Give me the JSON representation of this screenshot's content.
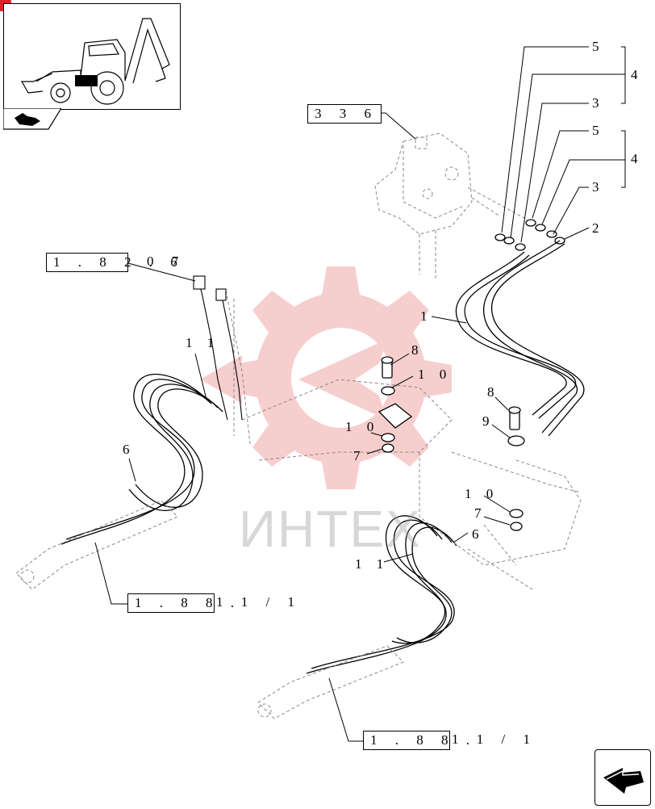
{
  "colors": {
    "accent": "#e0202c",
    "watermark": "#f6c6c6",
    "line": "#000000",
    "dashed": "#7a7a7a"
  },
  "watermark": {
    "text": "ИНТЕХ"
  },
  "references": {
    "valve_ref": "3 3 6",
    "left_ref_box": "1 . 8 2 . 6",
    "left_ref_tail": "0 7",
    "lower_left_ref_box": "1 . 8 8 .",
    "lower_left_ref_tail": "1 1 /   1",
    "bottom_ref_box": "1 . 8 8 .",
    "bottom_ref_tail": "1 1 /   1"
  },
  "callouts": {
    "c5_top": "5",
    "c4_top": "4",
    "c3_top": "3",
    "c5_mid": "5",
    "c4_mid": "4",
    "c3_mid": "3",
    "c2": "2",
    "c1": "1",
    "c8_a": "8",
    "c10_a": "1 0",
    "c11_a": "1 1",
    "c10_b": "1 0",
    "c7_a": "7",
    "c6_a": "6",
    "c8_b": "8",
    "c9": "9",
    "c10_c": "1 0",
    "c7_b": "7",
    "c6_b": "6",
    "c11_b": "1 1"
  },
  "icons": {
    "thumbnail": "backhoe-loader-thumbnail-icon",
    "previous": "previous-page-arrow-icon",
    "next": "next-page-arrow-icon"
  }
}
